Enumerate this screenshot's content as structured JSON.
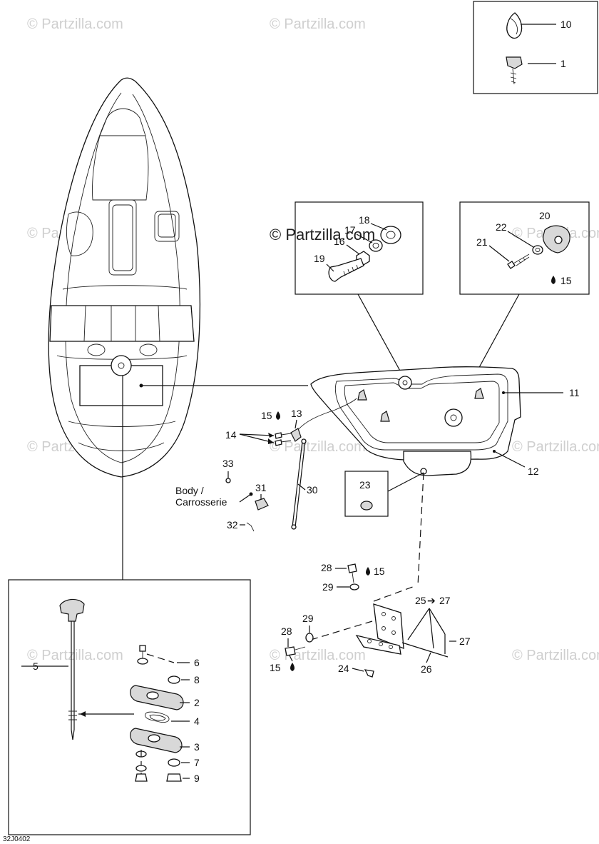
{
  "watermark": "© Partzilla.com",
  "watermark_center": "© Partzilla.com",
  "diagram_code": "32J0402",
  "body_label": {
    "line1": "Body /",
    "line2": "Carrosserie"
  },
  "callouts": {
    "c1": "1",
    "c2": "2",
    "c3": "3",
    "c4": "4",
    "c5": "5",
    "c6": "6",
    "c7": "7",
    "c8": "8",
    "c9": "9",
    "c10": "10",
    "c11": "11",
    "c12": "12",
    "c13": "13",
    "c14": "14",
    "c15a": "15",
    "c15b": "15",
    "c15c": "15",
    "c15d": "15",
    "c16": "16",
    "c17": "17",
    "c18": "18",
    "c19": "19",
    "c20": "20",
    "c21": "21",
    "c22": "22",
    "c23": "23",
    "c24": "24",
    "c25": "25",
    "c26": "26",
    "c27a": "27",
    "c27b": "27",
    "c28a": "28",
    "c28b": "28",
    "c29a": "29",
    "c29b": "29",
    "c30": "30",
    "c31": "31",
    "c32": "32",
    "c33": "33"
  }
}
